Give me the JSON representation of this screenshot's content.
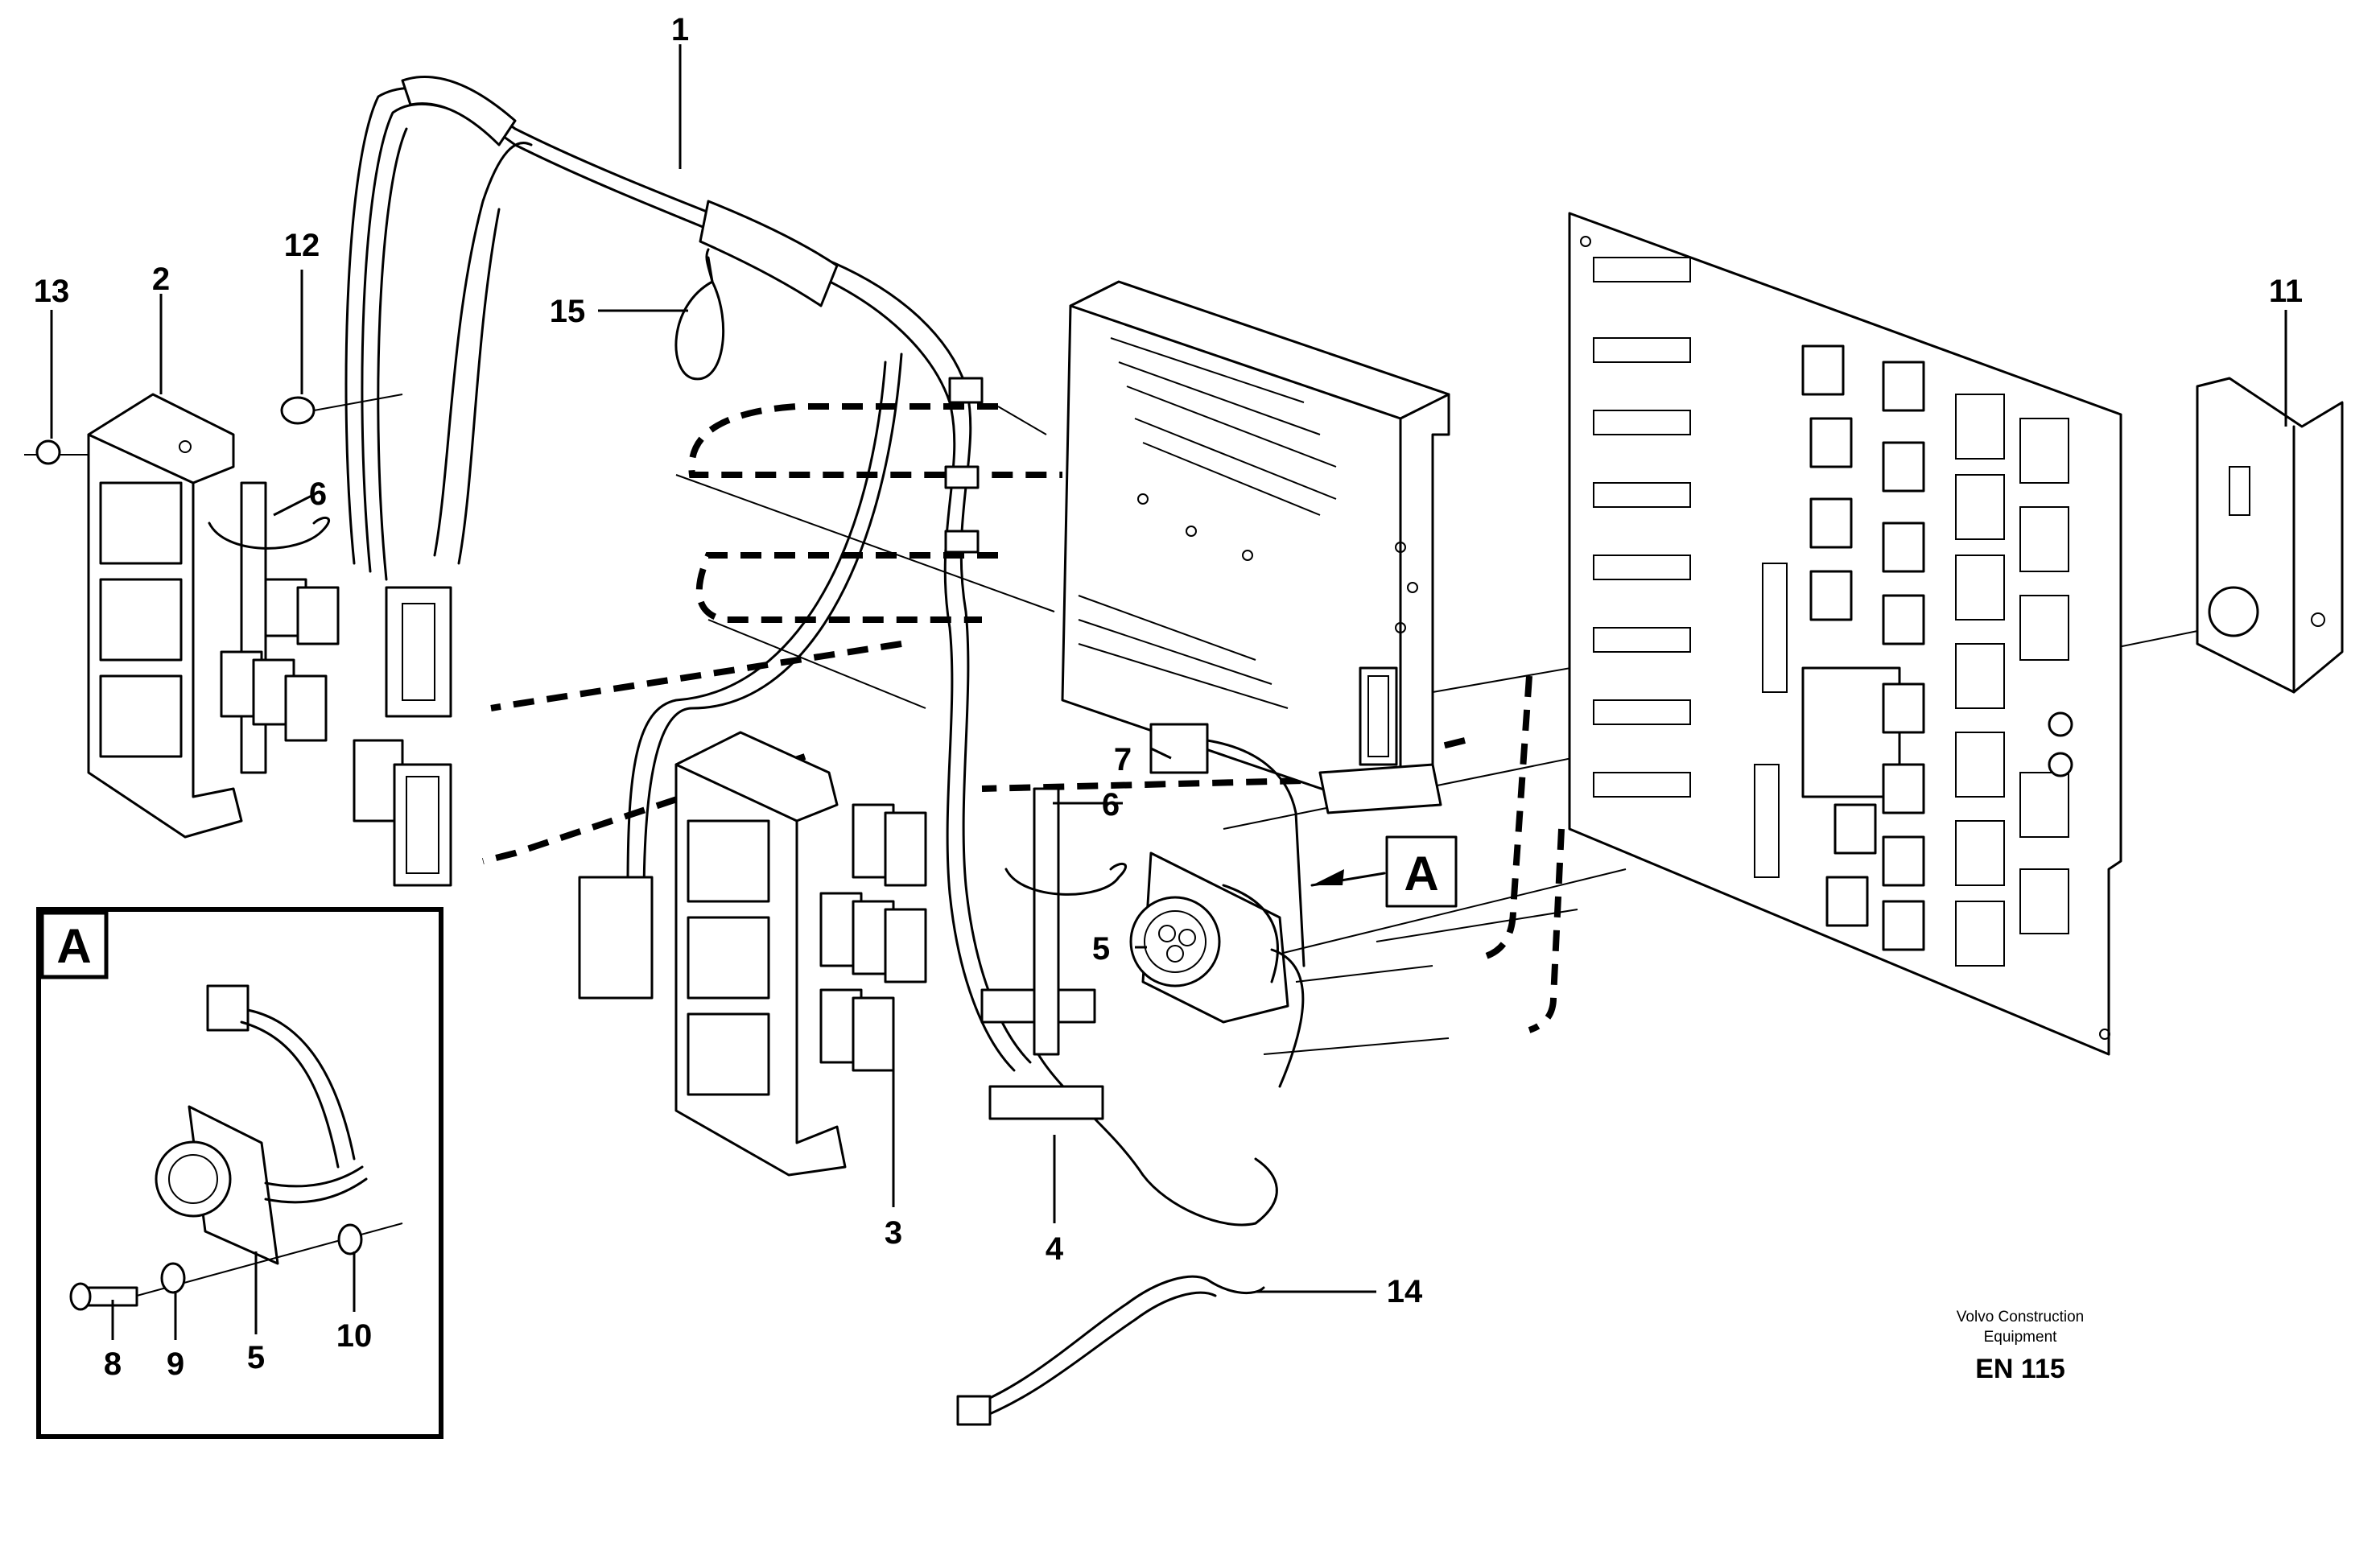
{
  "callouts": [
    {
      "id": "1",
      "text": "1"
    },
    {
      "id": "2",
      "text": "2"
    },
    {
      "id": "3",
      "text": "3"
    },
    {
      "id": "4",
      "text": "4"
    },
    {
      "id": "5a",
      "text": "5"
    },
    {
      "id": "5b",
      "text": "5"
    },
    {
      "id": "6a",
      "text": "6"
    },
    {
      "id": "6b",
      "text": "6"
    },
    {
      "id": "7",
      "text": "7"
    },
    {
      "id": "8",
      "text": "8"
    },
    {
      "id": "9",
      "text": "9"
    },
    {
      "id": "10",
      "text": "10"
    },
    {
      "id": "11",
      "text": "11"
    },
    {
      "id": "12",
      "text": "12"
    },
    {
      "id": "13",
      "text": "13"
    },
    {
      "id": "14",
      "text": "14"
    },
    {
      "id": "15",
      "text": "15"
    }
  ],
  "detail_marker": "A",
  "inset_label": "A",
  "footer": {
    "company_line1": "Volvo Construction",
    "company_line2": "Equipment",
    "code": "EN 115"
  }
}
